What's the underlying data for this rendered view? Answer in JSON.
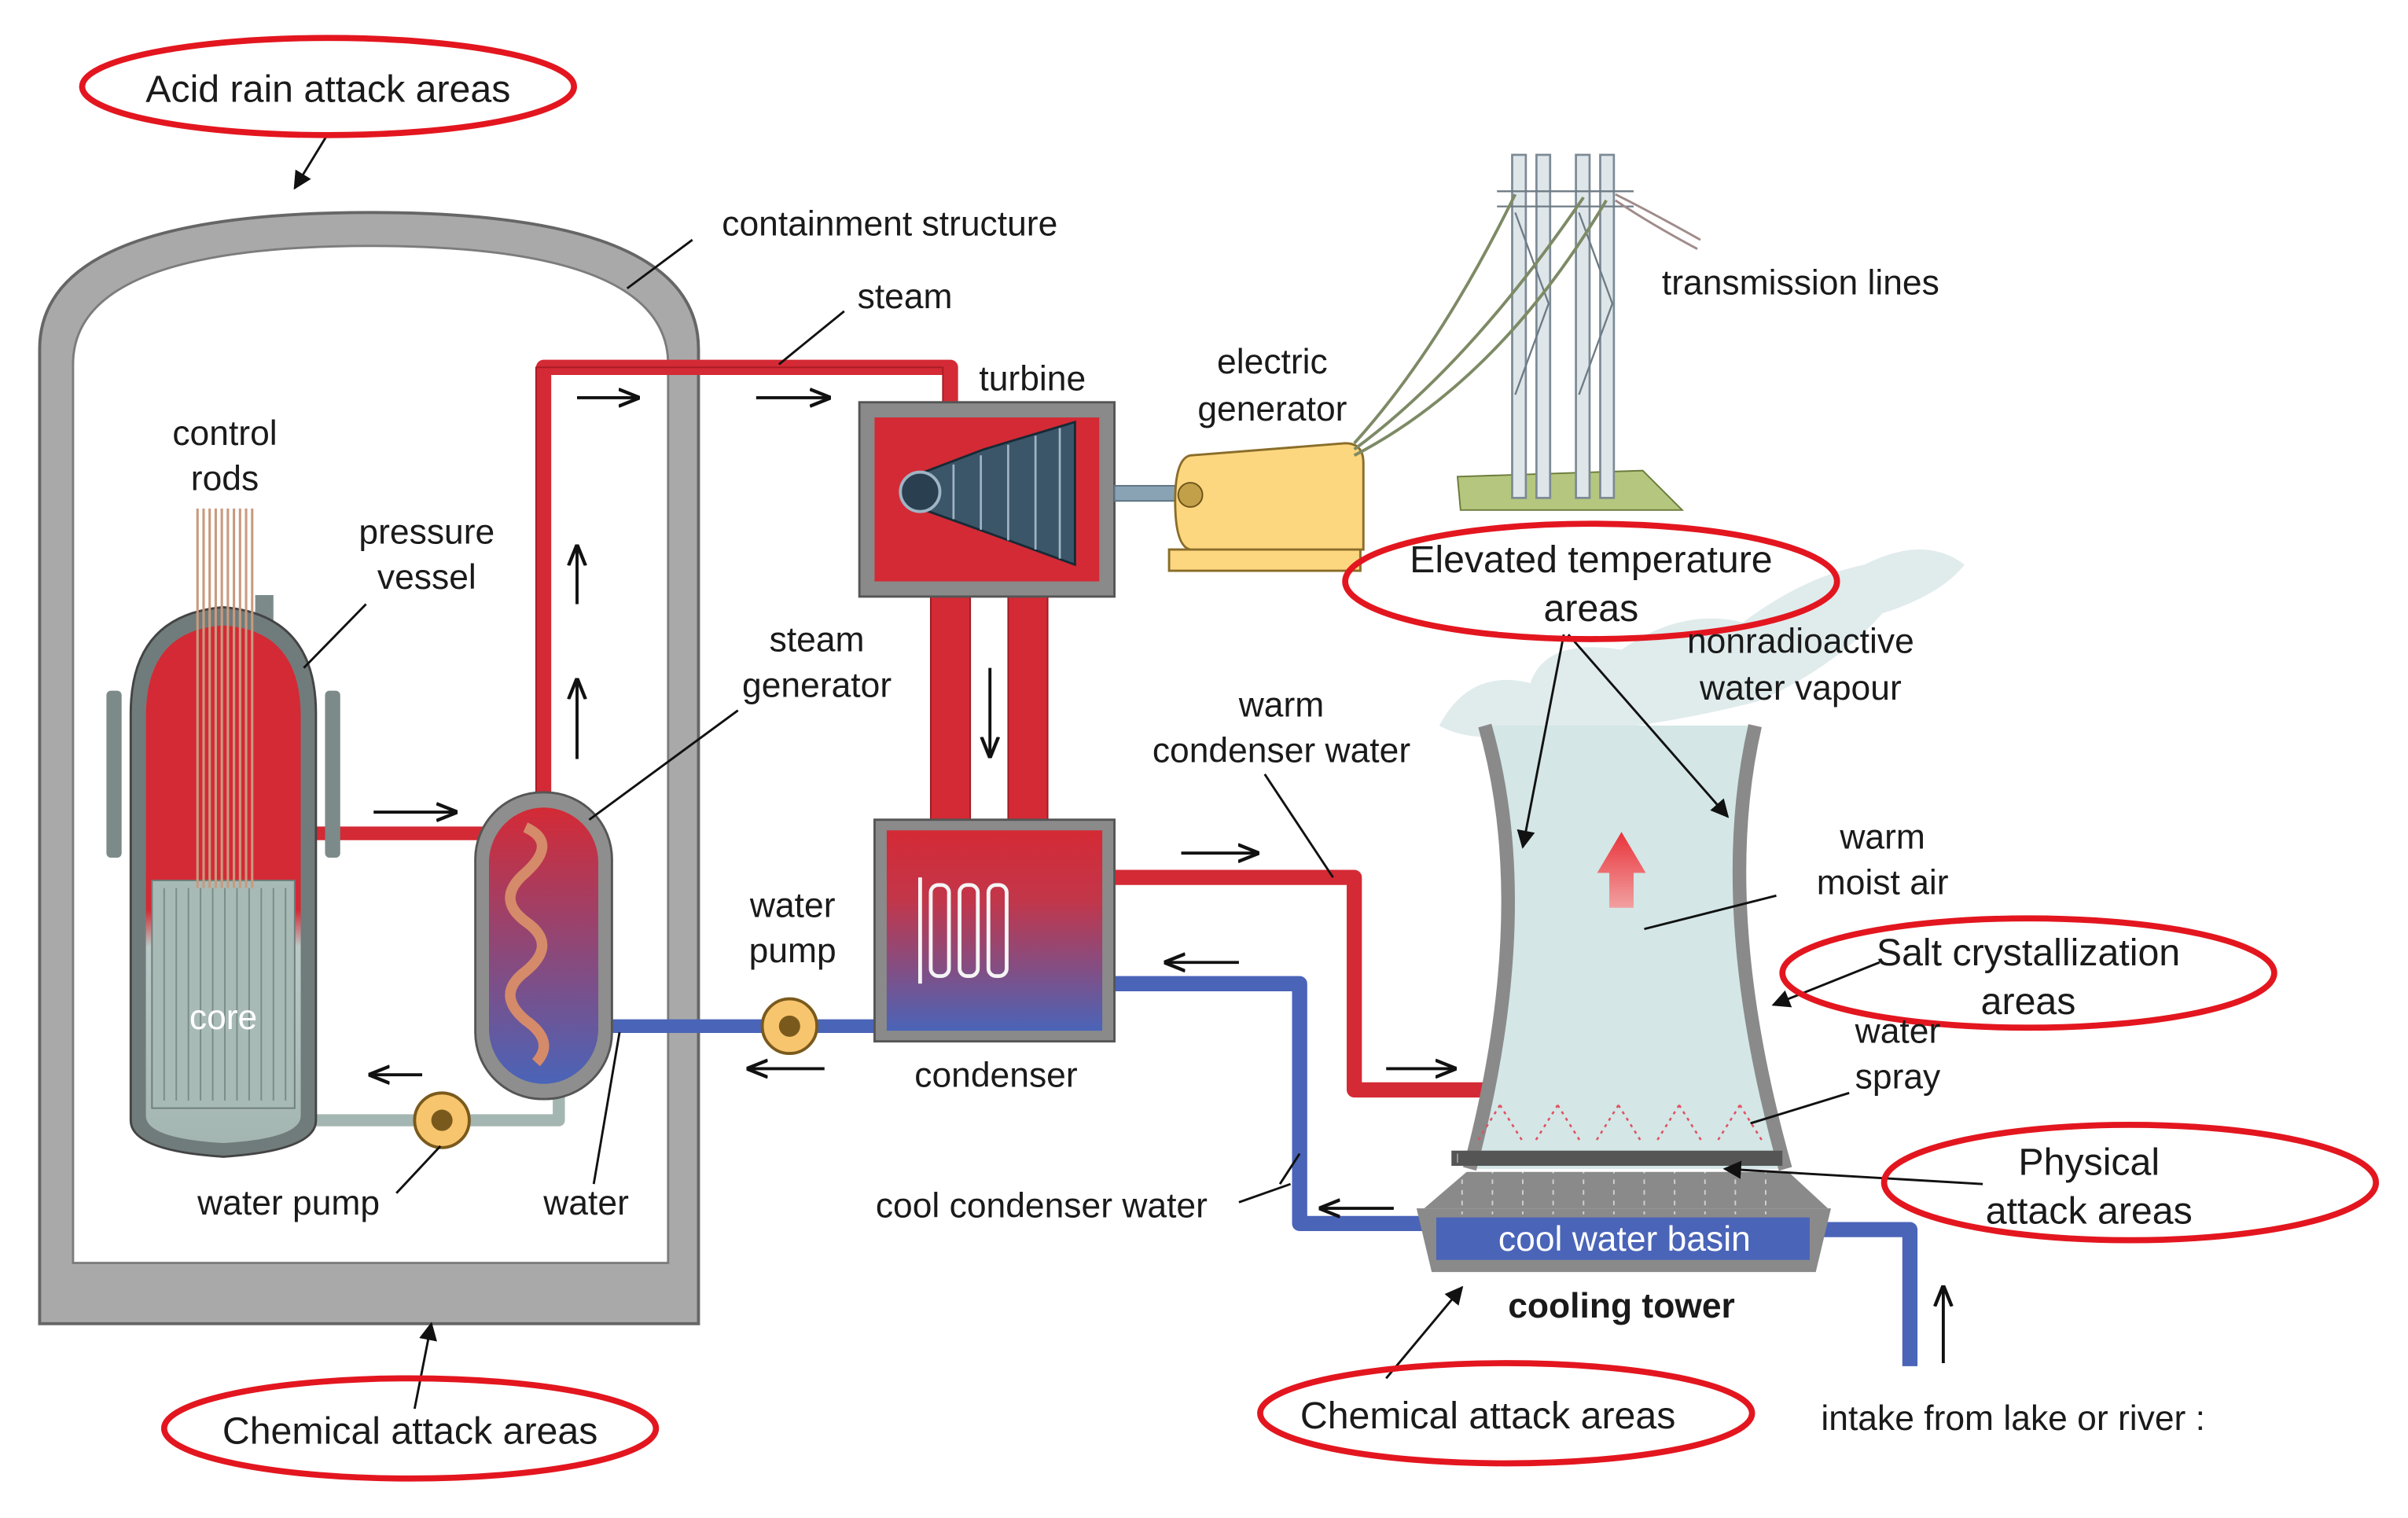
{
  "labels": {
    "containment_structure": "containment structure",
    "steam": "steam",
    "turbine": "turbine",
    "electric": "electric",
    "generator": "generator",
    "transmission_lines": "transmission lines",
    "control": "control",
    "rods": "rods",
    "pressure": "pressure",
    "vessel": "vessel",
    "steam2": "steam",
    "generator2": "generator",
    "core": "core",
    "water_pump_left": "water pump",
    "water": "water",
    "water_pump_mid_1": "water",
    "water_pump_mid_2": "pump",
    "condenser": "condenser",
    "warm": "warm",
    "condenser_water": "condenser water",
    "nonradioactive": "nonradioactive",
    "water_vapour": "water vapour",
    "warm2": "warm",
    "moist_air": "moist air",
    "water2": "water",
    "spray": "spray",
    "cool_condenser_water": "cool condenser water",
    "cool_water_basin": "cool water basin",
    "cooling_tower": "cooling tower",
    "intake": "intake from lake or river :"
  },
  "annotations": {
    "acid_rain": "Acid rain attack areas",
    "elevated_1": "Elevated temperature",
    "elevated_2": "areas",
    "salt_1": "Salt crystallization",
    "salt_2": "areas",
    "physical_1": "Physical",
    "physical_2": "attack areas",
    "chemical_left": "Chemical attack areas",
    "chemical_right": "Chemical attack areas"
  },
  "colors": {
    "hot_pipe": "#d42a35",
    "cool_pipe": "#4a64b8",
    "annotation_ring": "#e3161f",
    "containment": "#a9a9a9",
    "generator": "#fcd77f",
    "tower_fill": "#d4e6e6"
  }
}
